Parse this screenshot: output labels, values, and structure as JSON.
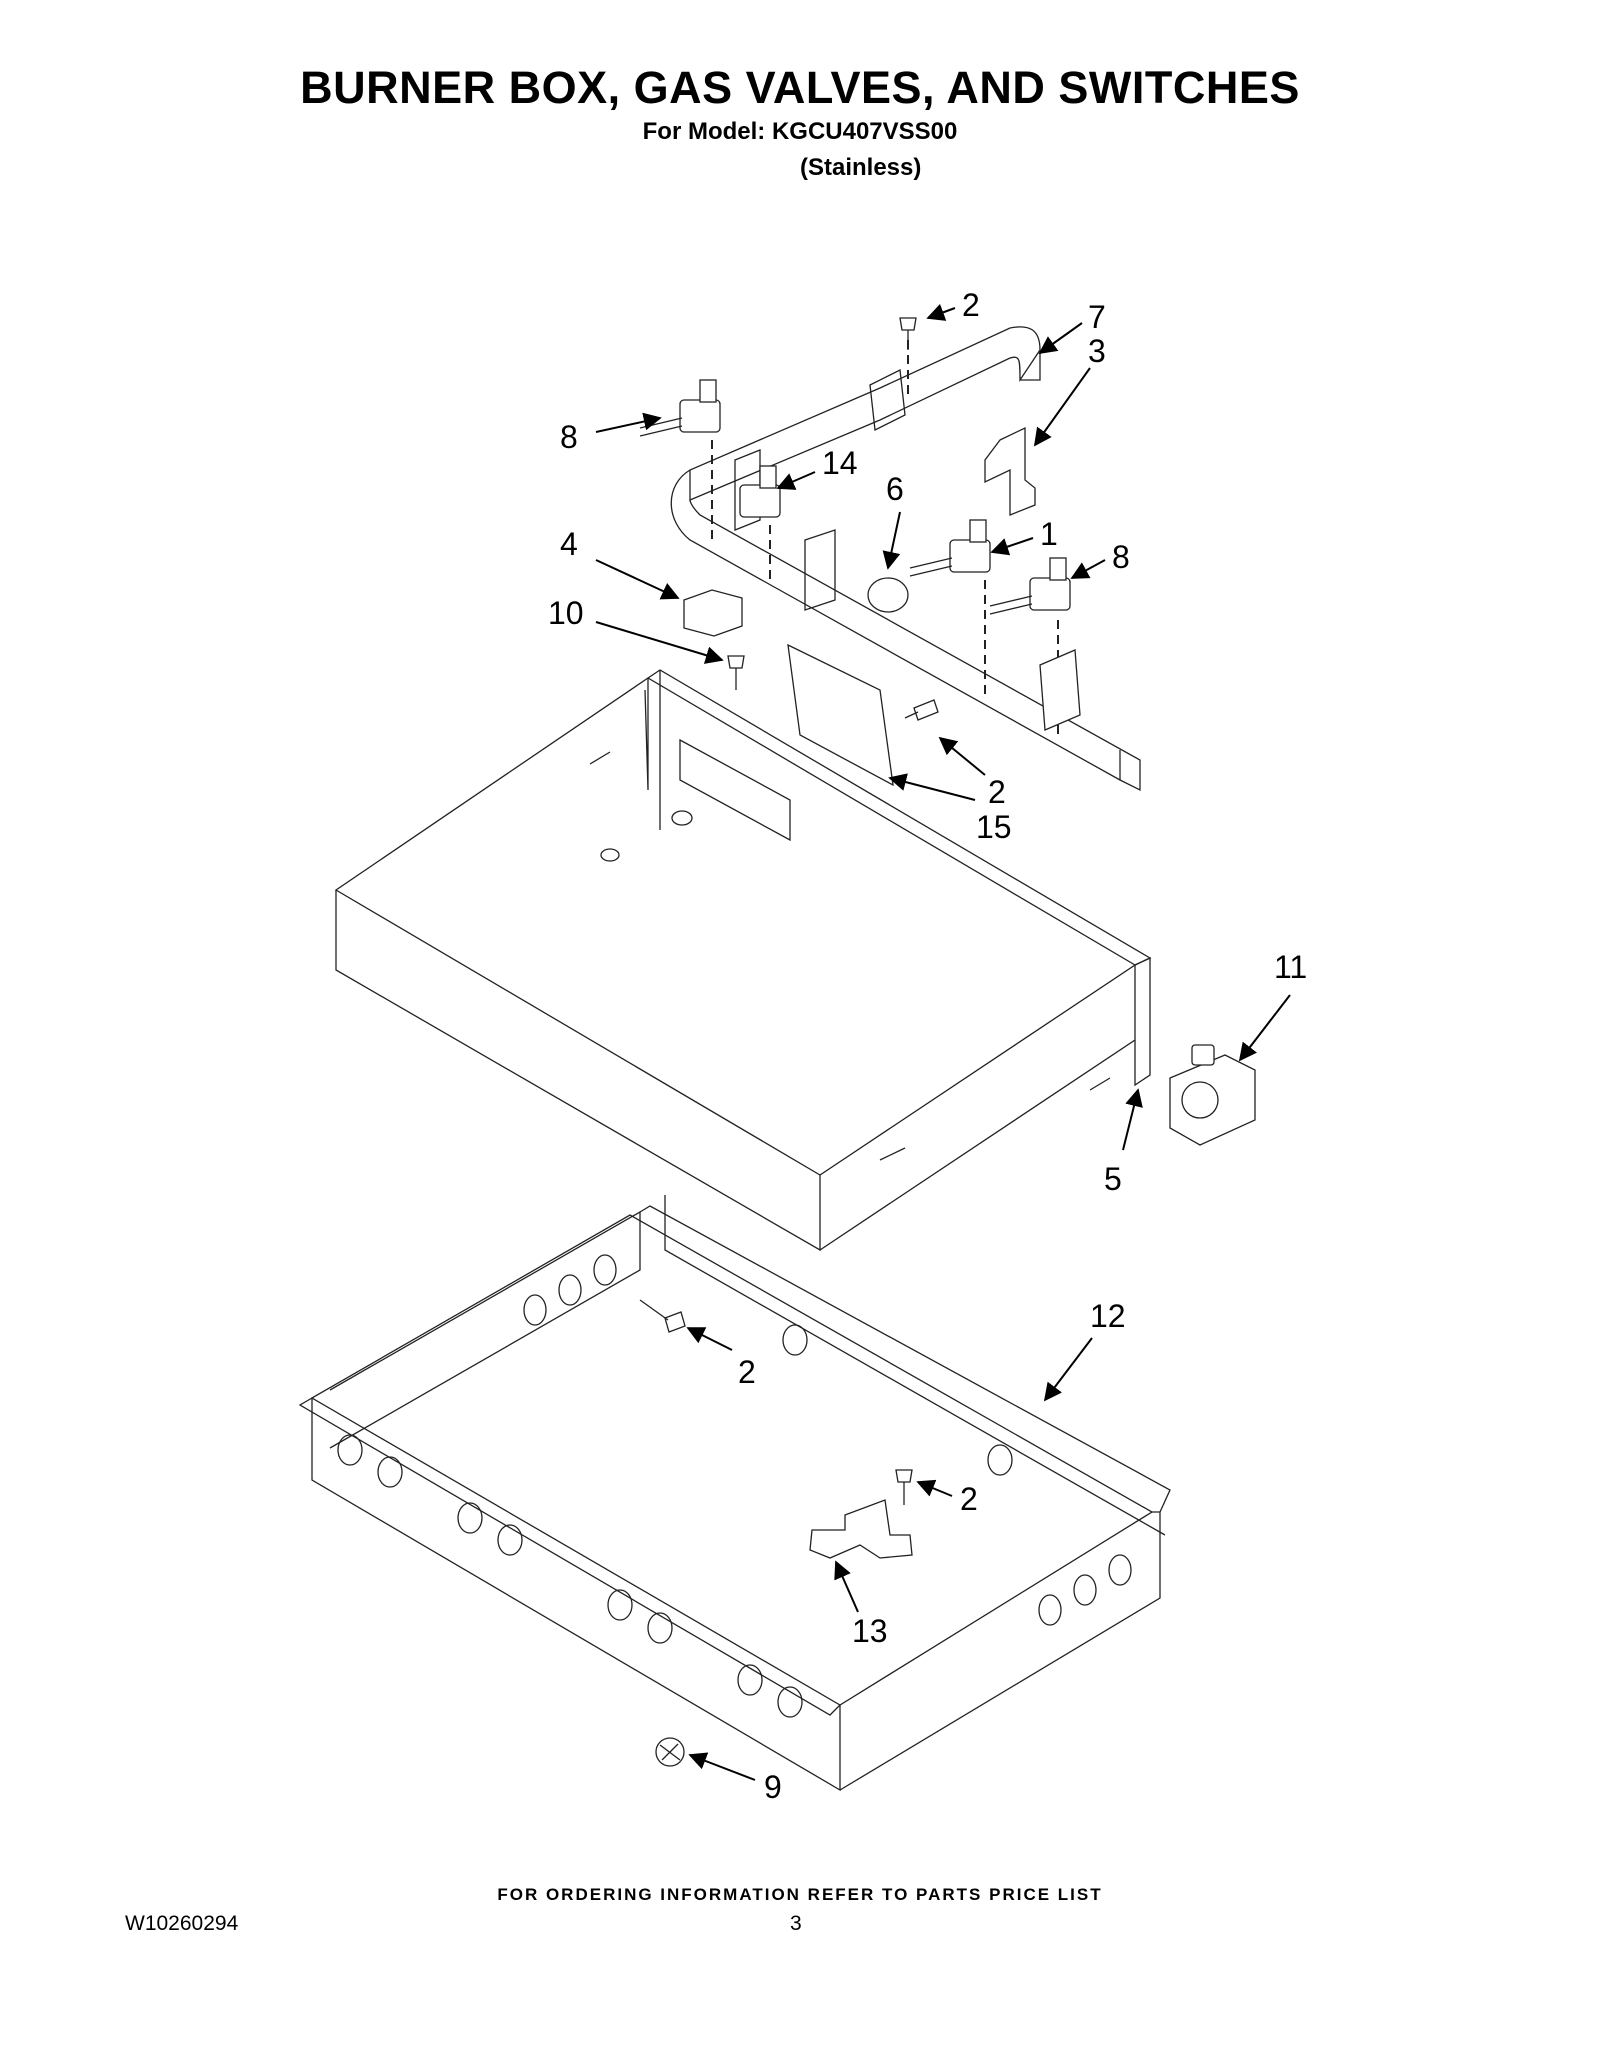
{
  "header": {
    "title": "BURNER BOX, GAS VALVES, AND SWITCHES",
    "model_line": "For Model: KGCU407VSS00",
    "finish_line": "(Stainless)"
  },
  "callouts": [
    "2",
    "7",
    "3",
    "8",
    "14",
    "6",
    "1",
    "8",
    "4",
    "10",
    "2",
    "15",
    "11",
    "5",
    "12",
    "2",
    "2",
    "13",
    "9"
  ],
  "footer": {
    "ordering_note": "FOR ORDERING INFORMATION REFER TO PARTS PRICE LIST",
    "doc_number": "W10260294",
    "page_number": "3"
  }
}
